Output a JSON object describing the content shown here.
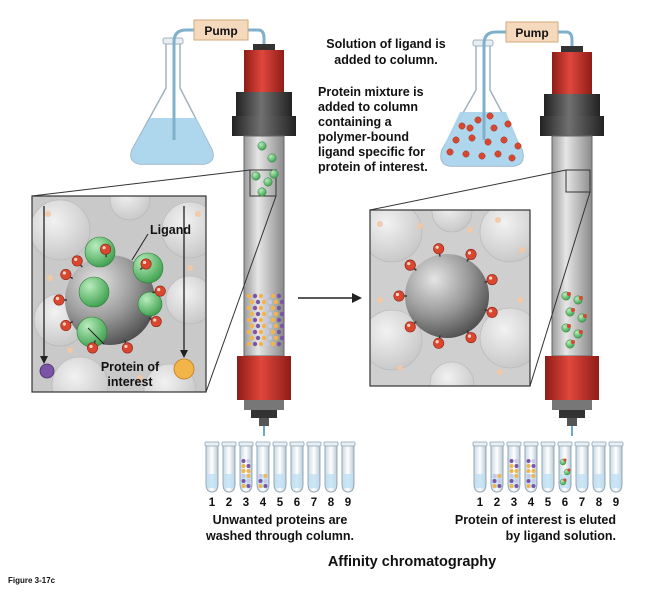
{
  "pump_label": "Pump",
  "top_right_caption": "Solution of ligand is added to column.",
  "middle_caption": [
    "Protein mixture is",
    "added to column",
    "containing a",
    "polymer-bound",
    "ligand specific for",
    "protein of interest."
  ],
  "ligand_label": "Ligand",
  "protein_label": [
    "Protein of",
    "interest"
  ],
  "tube_numbers": [
    "1",
    "2",
    "3",
    "4",
    "5",
    "6",
    "7",
    "8",
    "9"
  ],
  "left_caption": [
    "Unwanted proteins are",
    "washed through column."
  ],
  "right_caption": [
    "Protein of interest is eluted",
    "by ligand solution."
  ],
  "title": "Affinity chromatography",
  "figure_label": "Figure 3-17c",
  "colors": {
    "buffer": "#aad4ec",
    "cap_red": "#c8332c",
    "protein_green": "#5cbf6a",
    "ligand_red": "#d9472f",
    "unwanted_orange": "#f2b54a",
    "unwanted_purple": "#7a55a6"
  }
}
